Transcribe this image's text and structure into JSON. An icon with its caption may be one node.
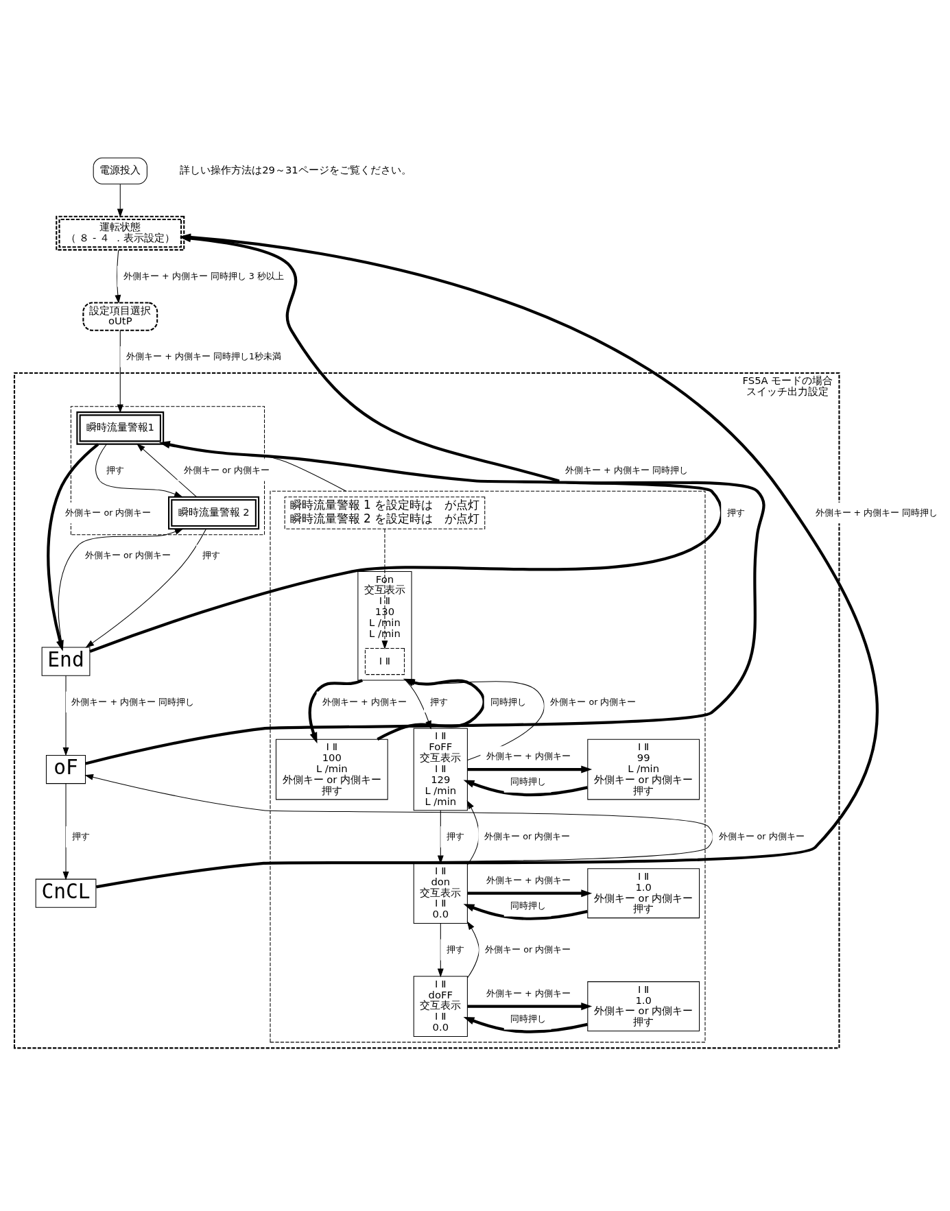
{
  "diagram": {
    "nodes": [
      {
        "text": [
          "電源投入"
        ]
      },
      {
        "text": [
          "運転状態",
          "（ ８ - ４ ．表示設定）"
        ]
      },
      {
        "text": [
          "設定項目選択",
          "oUtP"
        ]
      },
      {
        "text": [
          "FS5A モードの場合",
          "スイッチ出力設定"
        ]
      },
      {
        "text": [],
        "shape": "box",
        "in": 3
      },
      {
        "text": [
          "瞬時流量警報1"
        ],
        "in": 4
      },
      {
        "text": [
          "瞬時流量警報 2"
        ],
        "in": 4
      },
      {
        "text": [
          "End"
        ],
        "in": 3
      },
      {
        "text": [
          "oF"
        ],
        "in": 3
      },
      {
        "text": [
          "CnCL"
        ],
        "in": 3
      },
      {
        "text": [],
        "shape": "box",
        "in": 3
      },
      {
        "text": [
          "瞬時流量警報 1 を設定時は　が点灯",
          "瞬時流量警報 2 を設定時は　が点灯"
        ],
        "in": 10
      },
      {
        "text": [
          "Fon",
          "交互表示",
          "Ⅰ Ⅱ",
          "130",
          "L /min",
          "L /min"
        ],
        "in": 10
      },
      {
        "text": [
          "Ⅰ Ⅱ"
        ],
        "in": 12
      },
      {
        "text": [
          "Ⅰ Ⅱ",
          "100",
          "L /min",
          "外側キー or 内側キー",
          "押す"
        ],
        "in": 10
      },
      {
        "text": [
          "Ⅰ Ⅱ",
          "FoFF",
          "交互表示",
          "Ⅰ Ⅱ",
          "129",
          "L /min",
          "L /min"
        ],
        "in": 10
      },
      {
        "text": [
          "Ⅰ Ⅱ",
          "99",
          "L /min",
          "外側キー or 内側キー",
          "押す"
        ],
        "in": 10
      },
      {
        "text": [
          "Ⅰ Ⅱ",
          "don",
          "交互表示",
          "Ⅰ Ⅱ",
          "0.0"
        ],
        "in": 10
      },
      {
        "text": [
          "Ⅰ Ⅱ",
          "1.0",
          "外側キー or 内側キー",
          "押す"
        ],
        "in": 10
      },
      {
        "text": [
          "Ⅰ Ⅱ",
          "doFF",
          "交互表示",
          "Ⅰ Ⅱ",
          "0.0"
        ],
        "in": 10
      },
      {
        "text": [
          "Ⅰ Ⅱ",
          "1.0",
          "外側キー or 内側キー",
          "押す"
        ],
        "in": 10
      }
    ],
    "edges": [
      {
        "from": 0,
        "to": 1,
        "arrow": "to"
      },
      {
        "from": 1,
        "to": 2,
        "arrow": "to",
        "label": "外側キー + 内側キー 同時押し 3 秒以上"
      },
      {
        "from": 2,
        "to": 5,
        "arrow": "to",
        "label": "外側キー + 内側キー 同時押し1秒未満"
      },
      {
        "from": 5,
        "to": 6,
        "arrow": "to",
        "label": "押す"
      },
      {
        "from": 6,
        "to": 5,
        "arrow": "to",
        "label": "外側キー or 内側キー"
      },
      {
        "from": 6,
        "to": 7,
        "arrow": "to",
        "label": "押す"
      },
      {
        "from": 7,
        "to": 6,
        "arrow": "to",
        "label": "外側キー or 内側キー"
      },
      {
        "from": 5,
        "to": 7,
        "arrow": "to",
        "label": "外側キー or 内側キー",
        "style": "thick"
      },
      {
        "from": 7,
        "to": 5,
        "arrow": "to",
        "label": "押す",
        "style": "thick"
      },
      {
        "from": 7,
        "to": 8,
        "arrow": "to",
        "label": "外側キー + 内側キー 同時押し"
      },
      {
        "from": 8,
        "to": 9,
        "arrow": "to",
        "label": "押す"
      },
      {
        "from": 9,
        "to": 8,
        "arrow": "to",
        "label": "外側キー or 内側キー"
      },
      {
        "from": 8,
        "to": 1,
        "arrow": "to",
        "label": "外側キー + 内側キー 同時押し",
        "style": "thick"
      },
      {
        "from": 9,
        "to": 1,
        "arrow": "to",
        "label": "外側キー + 内側キー 同時押し",
        "style": "thick"
      },
      {
        "from": 4,
        "to": 10,
        "arrow": "none"
      },
      {
        "from": 11,
        "to": 13,
        "arrow": "to",
        "style": "dashed"
      },
      {
        "from": 12,
        "to": 14,
        "arrow": "to",
        "label": "外側キー + 内側キー",
        "style": "thick"
      },
      {
        "from": 14,
        "to": 12,
        "arrow": "to",
        "label": "同時押し",
        "style": "thick"
      },
      {
        "from": 12,
        "to": 15,
        "arrow": "to",
        "label": "押す"
      },
      {
        "from": 15,
        "to": 12,
        "arrow": "to",
        "label": "外側キー or 内側キー"
      },
      {
        "from": 15,
        "to": 16,
        "arrow": "to",
        "label": "外側キー + 内側キー",
        "style": "thick"
      },
      {
        "from": 16,
        "to": 15,
        "arrow": "to",
        "label": "同時押し",
        "style": "thick"
      },
      {
        "from": 15,
        "to": 17,
        "arrow": "to",
        "label": "押す"
      },
      {
        "from": 17,
        "to": 15,
        "arrow": "to",
        "label": "外側キー or 内側キー"
      },
      {
        "from": 17,
        "to": 18,
        "arrow": "to",
        "label": "外側キー + 内側キー",
        "style": "thick"
      },
      {
        "from": 18,
        "to": 17,
        "arrow": "to",
        "label": "同時押し",
        "style": "thick"
      },
      {
        "from": 17,
        "to": 19,
        "arrow": "to",
        "label": "押す"
      },
      {
        "from": 19,
        "to": 17,
        "arrow": "to",
        "label": "外側キー or 内側キー"
      },
      {
        "from": 19,
        "to": 20,
        "arrow": "to",
        "label": "外側キー + 内側キー",
        "style": "thick"
      },
      {
        "from": 20,
        "to": 19,
        "arrow": "to",
        "label": "同時押し",
        "style": "thick"
      }
    ],
    "labels": [
      "詳しい操作方法は29～31ページをご覧ください。"
    ]
  }
}
